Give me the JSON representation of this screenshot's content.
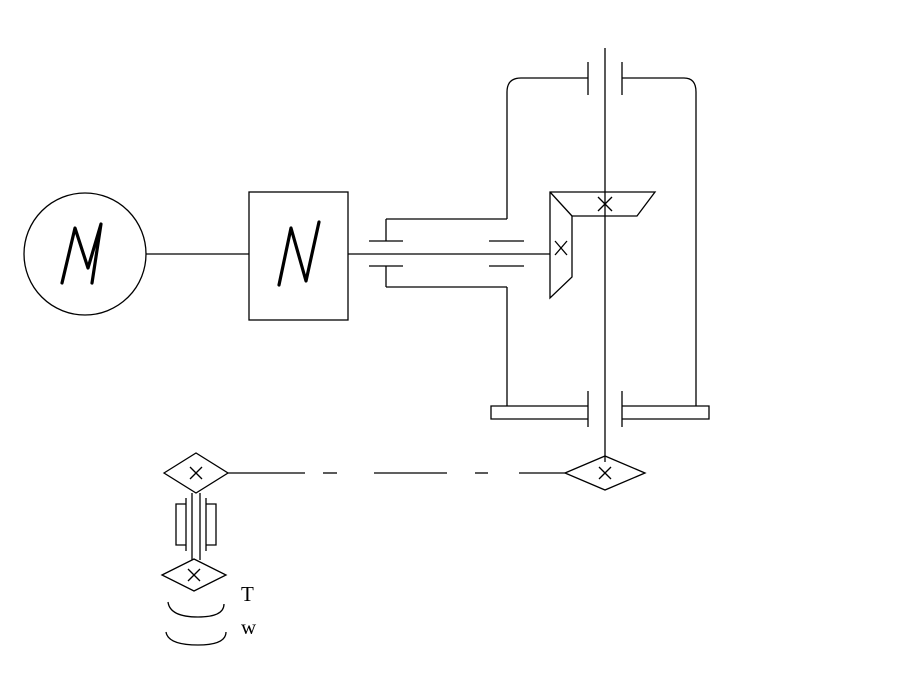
{
  "labels": {
    "motor_letter": "M",
    "variator_letter": "N",
    "torque": "T",
    "speed": "w"
  }
}
